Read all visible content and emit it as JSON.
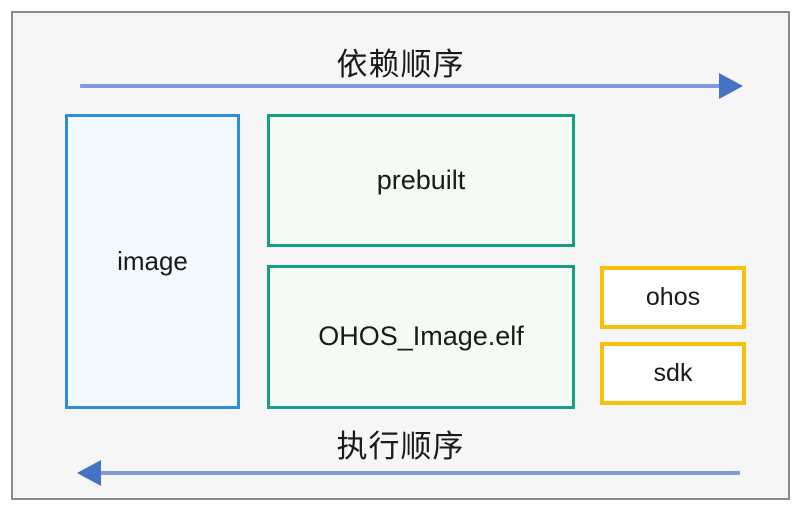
{
  "diagram": {
    "type": "build-order-diagram",
    "frame": {
      "background_color": "#f6f6f6",
      "border_color": "#8a8a8a"
    },
    "flows": [
      {
        "id": "dependency",
        "label": "依赖顺序",
        "direction": "right",
        "arrow_color": "#4472c4",
        "line_color": "#7f9bdb",
        "position": "top"
      },
      {
        "id": "execution",
        "label": "执行顺序",
        "direction": "left",
        "arrow_color": "#4472c4",
        "line_color": "#7f9bdb",
        "position": "bottom"
      }
    ],
    "nodes": [
      {
        "id": "image",
        "label": "image",
        "border_color": "#2e8dd6",
        "fill_color": "#f2f9fe",
        "group": "target"
      },
      {
        "id": "prebuilt",
        "label": "prebuilt",
        "border_color": "#14a085",
        "fill_color": "#f5faf4",
        "group": "artifact"
      },
      {
        "id": "ohos_image_elf",
        "label": "OHOS_Image.elf",
        "border_color": "#14a085",
        "fill_color": "#f5faf4",
        "group": "artifact"
      },
      {
        "id": "ohos",
        "label": "ohos",
        "border_color": "#fcbf09",
        "fill_color": "#ffffff",
        "group": "component"
      },
      {
        "id": "sdk",
        "label": "sdk",
        "border_color": "#fcbf09",
        "fill_color": "#ffffff",
        "group": "component"
      }
    ]
  }
}
